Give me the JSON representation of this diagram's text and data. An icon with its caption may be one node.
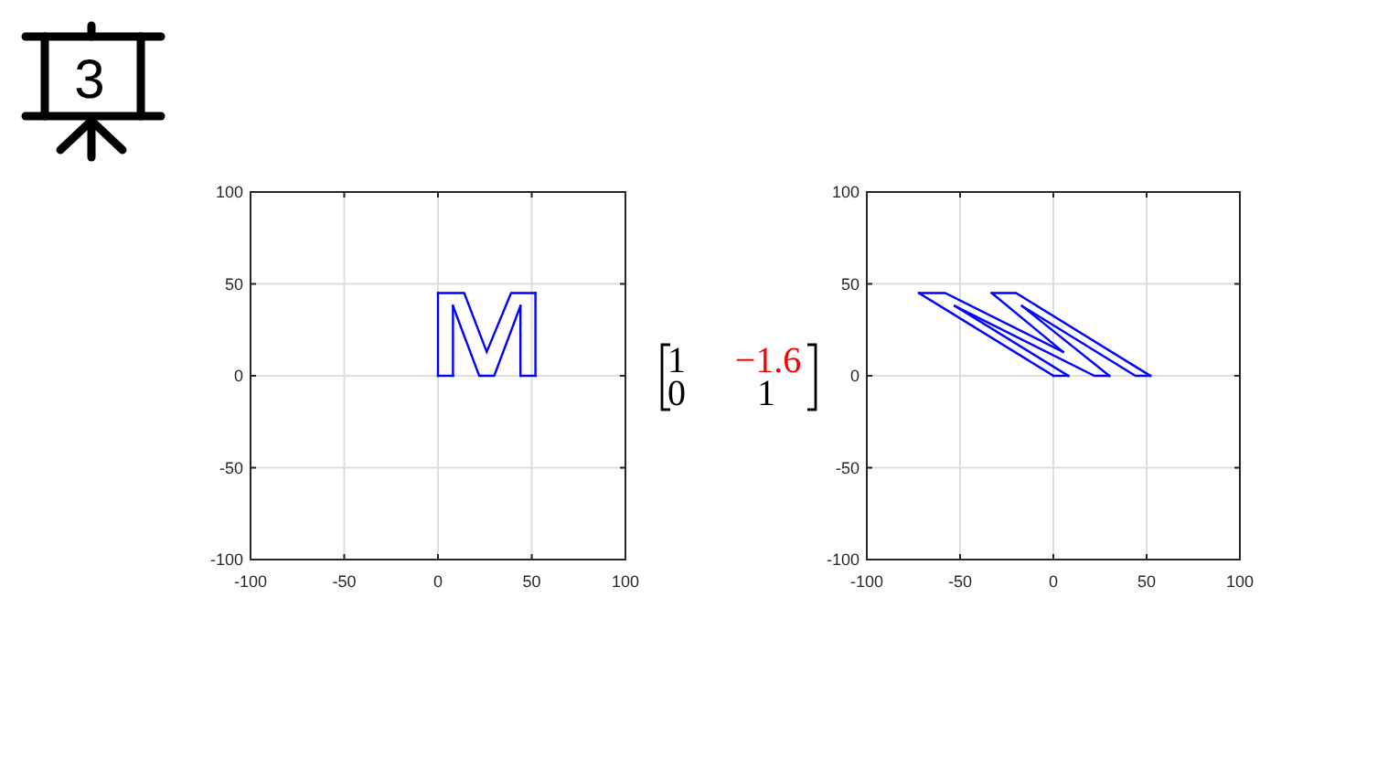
{
  "diagram": {
    "labels": [
      "3",
      "1",
      "−1.6",
      "0",
      "1"
    ],
    "chart_data": [
      {
        "type": "line",
        "x": [
          0,
          0,
          14,
          26,
          39,
          52,
          52,
          44,
          44,
          30,
          22,
          8,
          8,
          0
        ],
        "series": [
          {
            "color": "#0000ff",
            "values": [
              0,
              45,
              null,
              null,
              null,
              null,
              null,
              null,
              null,
              null,
              null,
              null,
              null,
              null
            ]
          },
          {
            "color": "#0000ff",
            "values": [
              null,
              45,
              45,
              13,
              45,
              45,
              null,
              null,
              null,
              null,
              null,
              null,
              null,
              null
            ]
          },
          {
            "color": "#0000ff",
            "values": [
              null,
              null,
              null,
              null,
              null,
              45,
              0,
              null,
              null,
              null,
              null,
              null,
              null,
              null
            ]
          },
          {
            "color": "#0000ff",
            "values": [
              null,
              null,
              null,
              null,
              null,
              null,
              0,
              0,
              null,
              null,
              null,
              null,
              null,
              null
            ]
          },
          {
            "color": "#0000ff",
            "values": [
              null,
              null,
              null,
              null,
              null,
              null,
              null,
              0,
              38,
              null,
              null,
              null,
              null,
              null
            ]
          },
          {
            "color": "#0000ff",
            "values": [
              null,
              null,
              null,
              null,
              null,
              null,
              null,
              null,
              38,
              0,
              0,
              38,
              null,
              null
            ]
          },
          {
            "color": "#0000ff",
            "values": [
              null,
              null,
              null,
              null,
              null,
              null,
              null,
              null,
              null,
              null,
              null,
              38,
              0,
              null
            ]
          },
          {
            "color": "#0000ff",
            "values": [
              null,
              null,
              null,
              null,
              null,
              null,
              null,
              null,
              null,
              null,
              null,
              null,
              0,
              0
            ]
          }
        ],
        "xlim": [
          -100,
          100
        ],
        "ylim": [
          -100,
          100
        ],
        "xticks": [
          -100,
          -50,
          0,
          50,
          100
        ],
        "yticks": [
          -100,
          -50,
          0,
          50,
          100
        ],
        "grid": true
      },
      {
        "type": "line",
        "x": [
          0,
          -72,
          -58,
          5.2,
          -33,
          -20,
          52,
          44,
          -16.8,
          30,
          22,
          -52.8,
          8,
          0
        ],
        "series": [
          {
            "color": "#0000ff",
            "values": [
              0,
              45,
              null,
              null,
              null,
              null,
              null,
              null,
              null,
              null,
              null,
              null,
              null,
              null
            ]
          },
          {
            "color": "#0000ff",
            "values": [
              null,
              45,
              45,
              13,
              null,
              null,
              null,
              null,
              null,
              null,
              null,
              null,
              null,
              null
            ]
          },
          {
            "color": "#0000ff",
            "values": [
              null,
              null,
              null,
              13,
              45,
              null,
              null,
              null,
              null,
              null,
              null,
              null,
              null,
              null
            ]
          },
          {
            "color": "#0000ff",
            "values": [
              null,
              null,
              null,
              null,
              45,
              45,
              0,
              null,
              null,
              null,
              null,
              null,
              null,
              null
            ]
          },
          {
            "color": "#0000ff",
            "values": [
              null,
              null,
              null,
              null,
              null,
              null,
              0,
              0,
              38,
              null,
              null,
              null,
              null,
              null
            ]
          },
          {
            "color": "#0000ff",
            "values": [
              null,
              null,
              null,
              null,
              null,
              null,
              null,
              null,
              38,
              0,
              null,
              null,
              null,
              null
            ]
          },
          {
            "color": "#0000ff",
            "values": [
              null,
              null,
              null,
              null,
              null,
              null,
              null,
              null,
              null,
              0,
              0,
              38,
              null,
              null
            ]
          },
          {
            "color": "#0000ff",
            "values": [
              null,
              null,
              null,
              null,
              null,
              null,
              null,
              null,
              null,
              null,
              null,
              38,
              0,
              null
            ]
          },
          {
            "color": "#0000ff",
            "values": [
              null,
              null,
              null,
              null,
              null,
              null,
              null,
              null,
              null,
              null,
              null,
              null,
              0,
              0
            ]
          }
        ],
        "xlim": [
          -100,
          100
        ],
        "ylim": [
          -100,
          100
        ],
        "xticks": [
          -100,
          -50,
          0,
          50,
          100
        ],
        "yticks": [
          -100,
          -50,
          0,
          50,
          100
        ],
        "grid": true
      }
    ]
  }
}
